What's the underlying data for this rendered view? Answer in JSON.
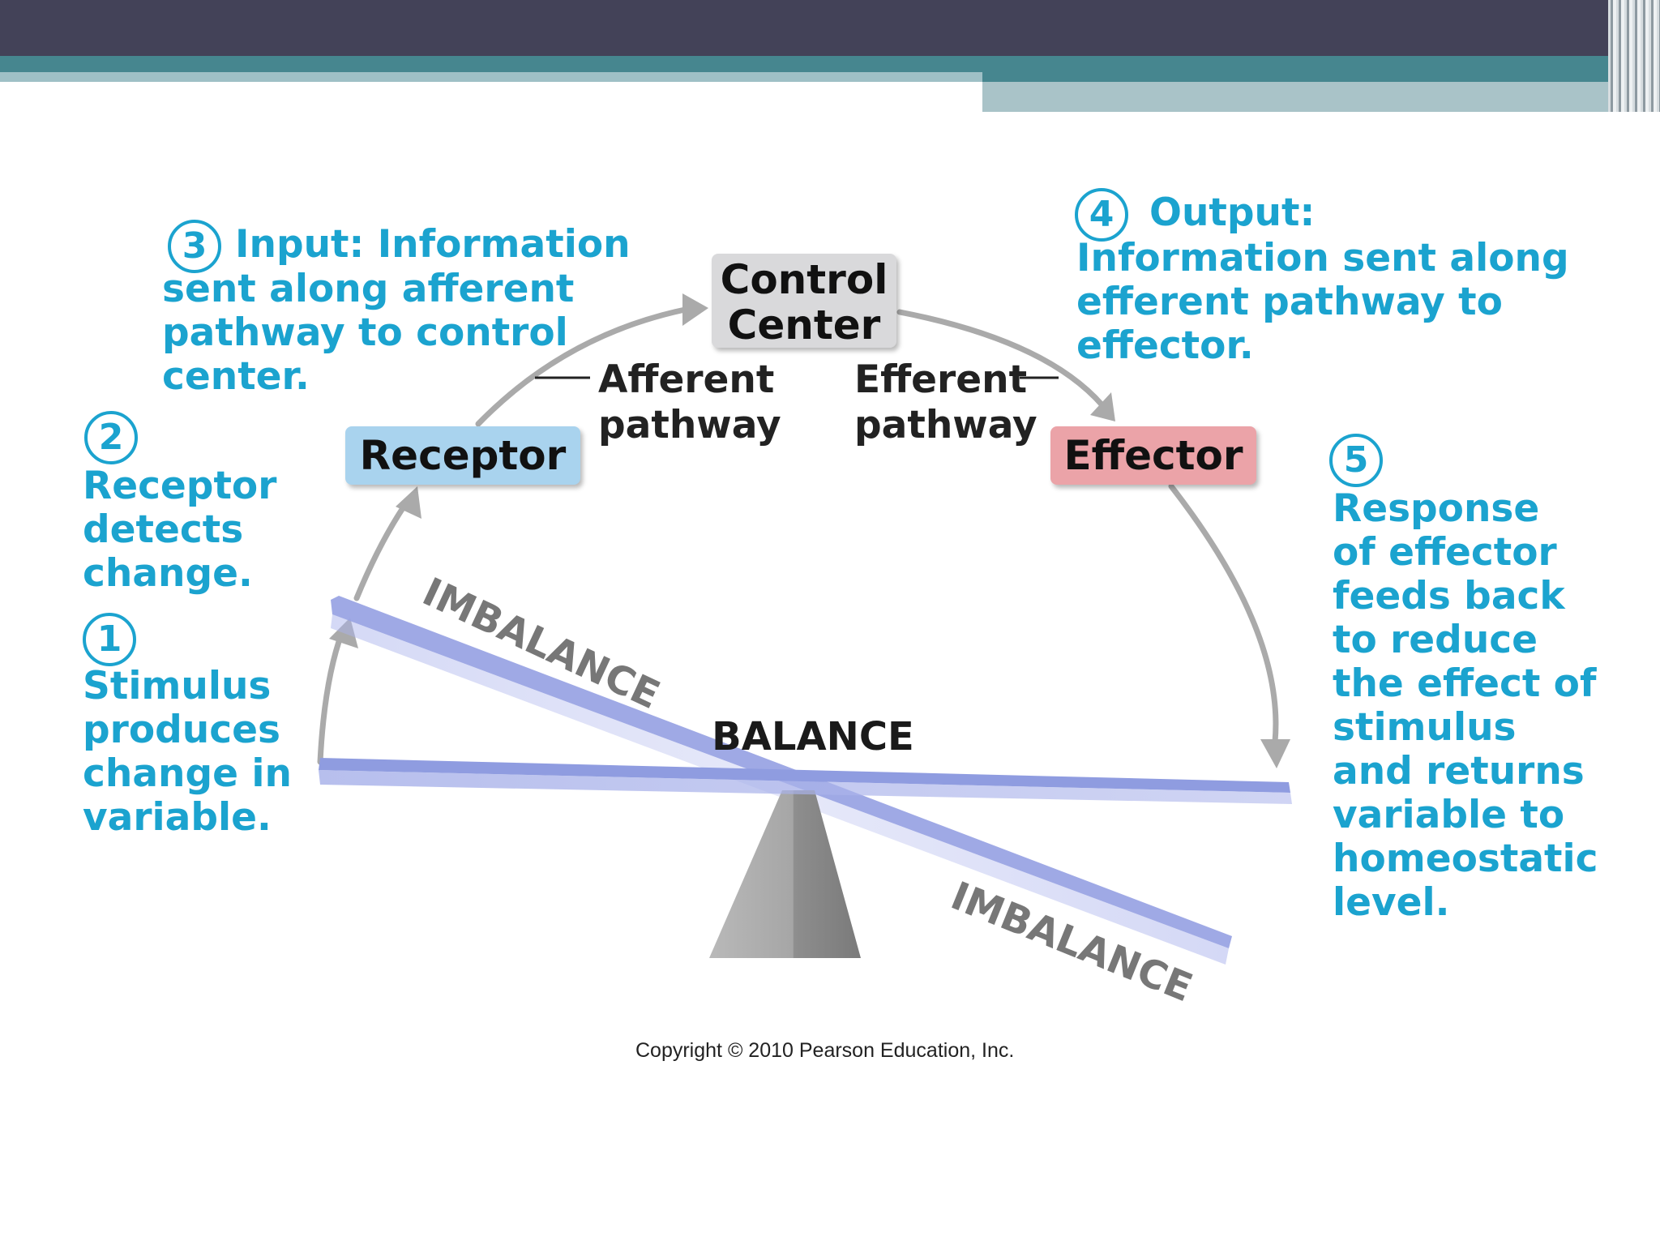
{
  "steps": {
    "s1": {
      "num": "1",
      "lead": "Stimulus",
      "lines": [
        "produces",
        "change in",
        "variable."
      ]
    },
    "s2": {
      "num": "2",
      "lead": "Receptor",
      "lines": [
        "detects",
        "change."
      ]
    },
    "s3": {
      "num": "3",
      "lead": "Input:",
      "lead_rest": " Information",
      "lines": [
        "sent along afferent",
        "pathway to control",
        "center."
      ]
    },
    "s4": {
      "num": "4",
      "lead": "Output:",
      "lines": [
        "Information sent along",
        "efferent pathway to",
        "effector."
      ]
    },
    "s5": {
      "num": "5",
      "lead": "Response",
      "lines": [
        "of effector",
        "feeds back",
        "to reduce",
        "the effect of",
        "stimulus",
        "and returns",
        "variable to",
        "homeostatic",
        "level."
      ]
    }
  },
  "boxes": {
    "control_center": [
      "Control",
      "Center"
    ],
    "receptor": "Receptor",
    "effector": "Effector"
  },
  "pathways": {
    "afferent": [
      "Afferent",
      "pathway"
    ],
    "efferent": [
      "Efferent",
      "pathway"
    ]
  },
  "seesaw": {
    "balance": "BALANCE",
    "imbalance_top": "IMBALANCE",
    "imbalance_bottom": "IMBALANCE"
  },
  "copyright": "Copyright © 2010 Pearson Education, Inc.",
  "colors": {
    "text_blue": "#1ba3cf",
    "receptor_box": "#a9d3ee",
    "effector_box": "#eba3a8",
    "control_box": "#d9d9db",
    "beam": "#8f9ce0",
    "arrow": "#aaaaaa"
  }
}
